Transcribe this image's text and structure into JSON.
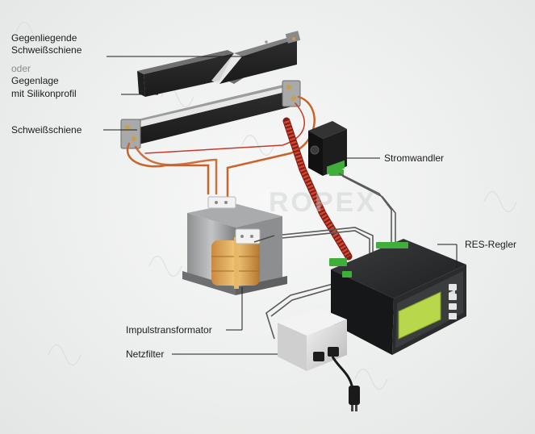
{
  "labels": {
    "gegenliegende_line1": "Gegenliegende",
    "gegenliegende_line2": "Schweißschiene",
    "oder": "oder",
    "gegenlage_line1": "Gegenlage",
    "gegenlage_line2": "mit Silikonprofil",
    "schweissschiene": "Schweißschiene",
    "stromwandler": "Stromwandler",
    "res_regler": "RES-Regler",
    "impulstransformator": "Impulstransformator",
    "netzfilter": "Netzfilter"
  },
  "watermark": "ROPEX",
  "colors": {
    "background": "#eef0ef",
    "bar": "#3a3a3a",
    "copper_wire": "#c8642a",
    "coil_cable": "#c0392b",
    "terminal_green": "#3fae3a",
    "lcd": "#b6d84a",
    "controller_body": "#252627",
    "filter_body": "#dcdcdc"
  },
  "icons": [
    "weld-bar",
    "transformer",
    "current-transformer",
    "controller",
    "line-filter",
    "plug"
  ]
}
